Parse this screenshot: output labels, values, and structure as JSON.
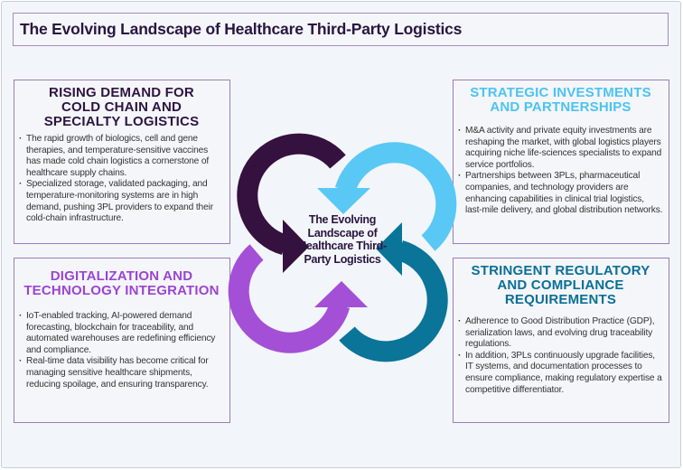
{
  "title": "The Evolving Landscape of Healthcare Third-Party Logistics",
  "center_label": "The Evolving Landscape of Healthcare Third-Party Logistics",
  "colors": {
    "dark_purple": "#35113f",
    "light_blue": "#5ac8f5",
    "purple": "#a450d6",
    "teal": "#0a7499"
  },
  "panels": {
    "top_left": {
      "heading": "RISING DEMAND FOR COLD CHAIN AND SPECIALTY LOGISTICS",
      "color": "#2d1540",
      "bullets": [
        "The rapid growth of biologics, cell and gene therapies, and temperature-sensitive vaccines has made cold chain logistics a cornerstone of healthcare supply chains.",
        "Specialized storage, validated packaging, and temperature-monitoring systems are in high demand, pushing 3PL providers to expand their cold-chain infrastructure."
      ]
    },
    "top_right": {
      "heading": "STRATEGIC INVESTMENTS AND PARTNERSHIPS",
      "color": "#4cc3f1",
      "bullets": [
        "M&A activity and private equity investments are reshaping the market, with global logistics players acquiring niche life-sciences specialists to expand service portfolios.",
        "Partnerships between 3PLs, pharmaceutical companies, and technology providers are enhancing capabilities in clinical trial logistics, last-mile delivery, and global distribution networks."
      ]
    },
    "bottom_left": {
      "heading": "DIGITALIZATION AND TECHNOLOGY INTEGRATION",
      "color": "#9b45d1",
      "bullets": [
        "IoT-enabled tracking, AI-powered demand forecasting, blockchain for traceability, and automated warehouses are redefining efficiency and compliance.",
        "Real-time data visibility has become critical for managing sensitive healthcare shipments, reducing spoilage, and ensuring transparency."
      ]
    },
    "bottom_right": {
      "heading": "STRINGENT REGULATORY AND COMPLIANCE REQUIREMENTS",
      "color": "#0b6f96",
      "bullets": [
        "Adherence to Good Distribution Practice (GDP), serialization laws, and evolving drug traceability regulations.",
        "In addition, 3PLs continuously upgrade facilities, IT systems, and documentation processes to ensure compliance, making regulatory expertise a competitive differentiator."
      ]
    }
  }
}
